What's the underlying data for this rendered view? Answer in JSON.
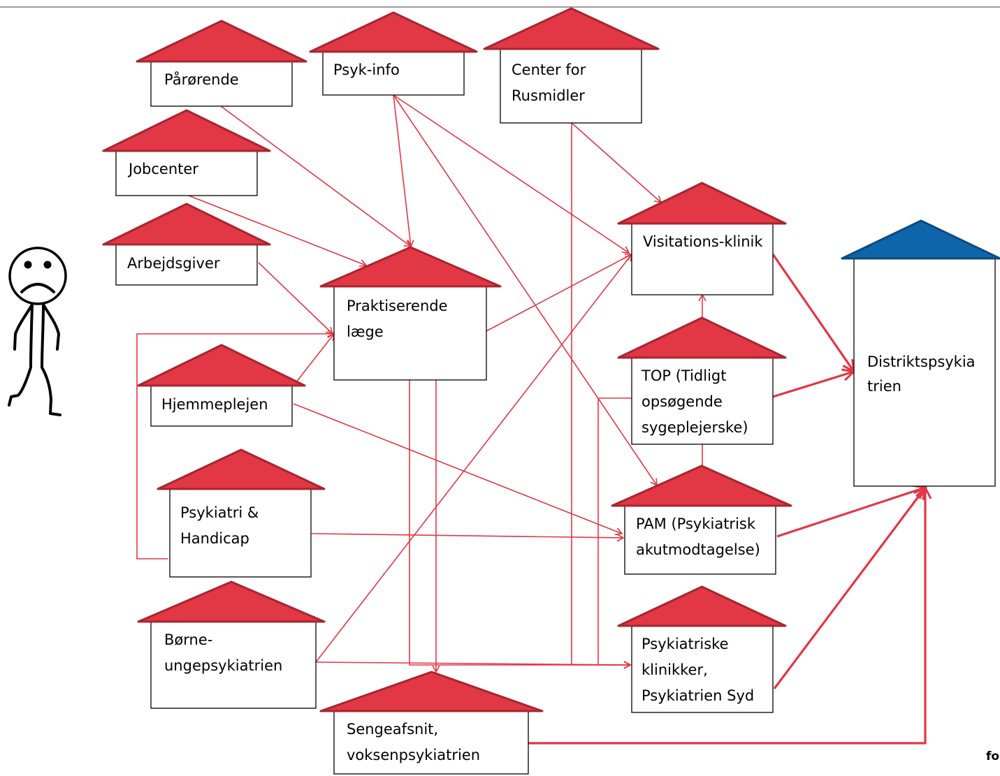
{
  "colors": {
    "roof": "#e23744",
    "roof_edge": "#a8252f",
    "roof_special": "#0e65aa",
    "roof_special_edge": "#0a4a80",
    "arrow": "#e23744",
    "box_border": "#000000"
  },
  "nodes": [
    {
      "id": "paaroerende",
      "lines": [
        "Pårørende"
      ]
    },
    {
      "id": "psyk-info",
      "lines": [
        "Psyk-info"
      ]
    },
    {
      "id": "center-rusmidler",
      "lines": [
        "Center for",
        "Rusmidler"
      ]
    },
    {
      "id": "jobcenter",
      "lines": [
        "Jobcenter"
      ]
    },
    {
      "id": "arbejdsgiver",
      "lines": [
        "Arbejdsgiver"
      ]
    },
    {
      "id": "praktiserende-laege",
      "lines": [
        "Praktiserende",
        "læge"
      ]
    },
    {
      "id": "visitations-klinik",
      "lines": [
        "Visitations-klinik"
      ]
    },
    {
      "id": "distriktspsykiatrien",
      "lines": [
        "Distriktspsykia",
        "trien"
      ]
    },
    {
      "id": "hjemmeplejen",
      "lines": [
        "Hjemmeplejen"
      ]
    },
    {
      "id": "top",
      "lines": [
        "TOP (Tidligt",
        "opsøgende",
        "sygeplejerske)"
      ]
    },
    {
      "id": "psykiatri-handicap",
      "lines": [
        "Psykiatri &",
        "Handicap"
      ]
    },
    {
      "id": "pam",
      "lines": [
        "PAM (Psykiatrisk",
        "akutmodtagelse)"
      ]
    },
    {
      "id": "boerne-unge",
      "lines": [
        "Børne-",
        "ungepsykiatrien"
      ]
    },
    {
      "id": "psykiatriske-klinikker",
      "lines": [
        "Psykiatriske",
        "klinikker,",
        "Psykiatrien Syd"
      ]
    },
    {
      "id": "sengeafsnit",
      "lines": [
        "Sengeafsnit,",
        "voksenpsykiatrien"
      ]
    }
  ],
  "footer": {
    "text": "fo"
  }
}
